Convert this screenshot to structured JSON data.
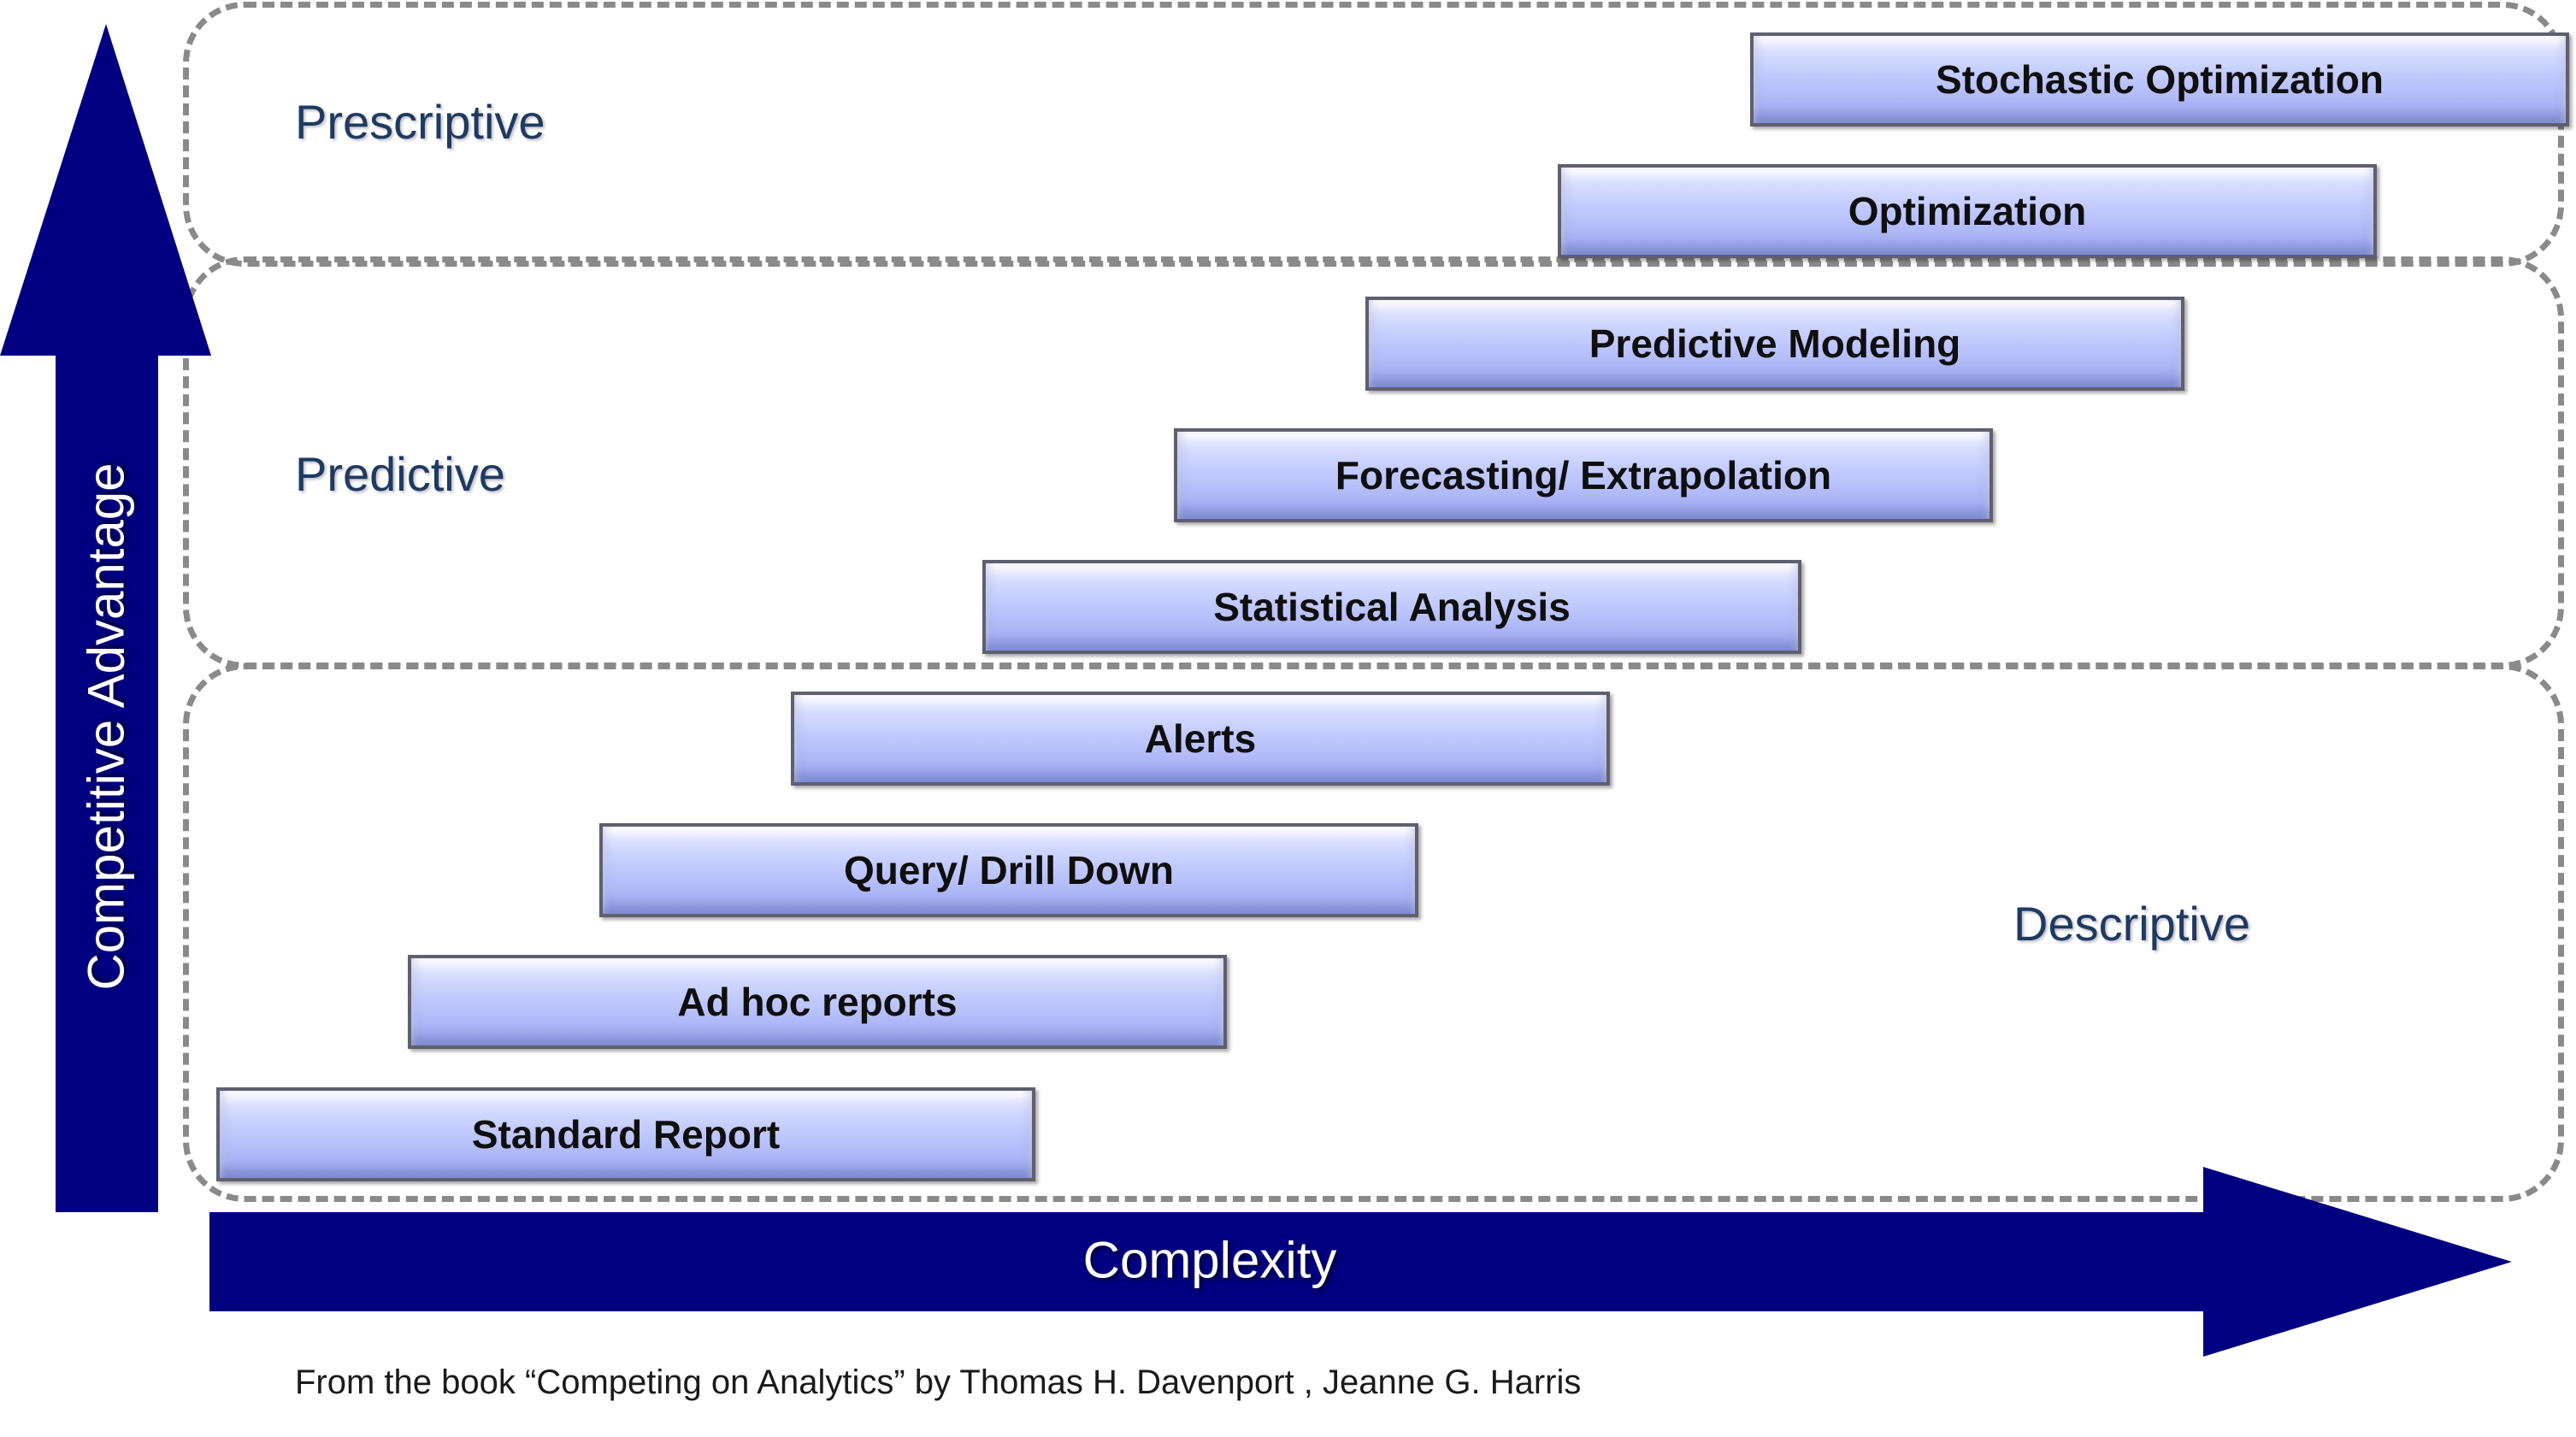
{
  "zones": {
    "prescriptive": "Prescriptive",
    "predictive": "Predictive",
    "descriptive": "Descriptive"
  },
  "axes": {
    "y_label": "Competitive Advantage",
    "x_label": "Complexity",
    "arrow_color": "#000080"
  },
  "steps": [
    "Standard Report",
    "Ad hoc reports",
    "Query/ Drill Down",
    "Alerts",
    "Statistical Analysis",
    "Forecasting/ Extrapolation",
    "Predictive Modeling",
    "Optimization",
    "Stochastic Optimization"
  ],
  "caption": "From the book “Competing on Analytics” by Thomas H. Davenport , Jeanne G. Harris"
}
